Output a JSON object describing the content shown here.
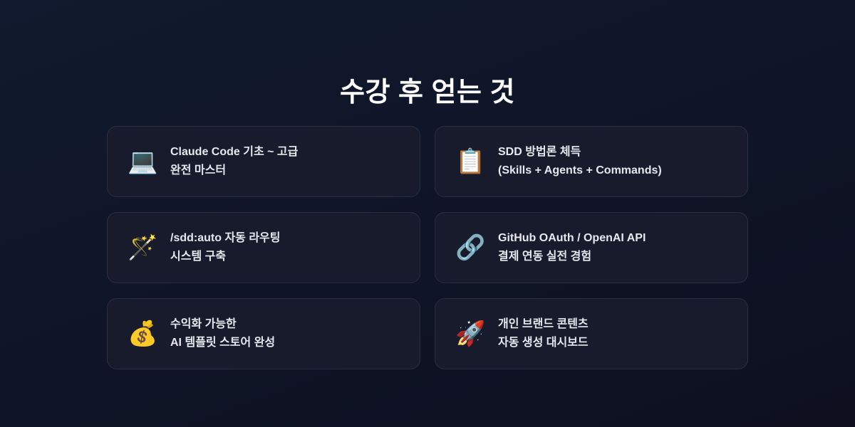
{
  "page": {
    "title": "수강 후 얻는 것"
  },
  "colors": {
    "background_top": "#111a2e",
    "background_bottom": "#0e1020",
    "card_bg": "#181b2c",
    "card_border": "#2a2e41",
    "title_text": "#ffffff",
    "card_text": "#e6e8ee"
  },
  "cards": [
    {
      "icon": "laptop-icon",
      "emoji": "💻",
      "line1": "Claude Code 기초 ~ 고급",
      "line2": "완전 마스터"
    },
    {
      "icon": "clipboard-icon",
      "emoji": "📋",
      "line1": "SDD 방법론 체득",
      "line2": "(Skills + Agents + Commands)"
    },
    {
      "icon": "magic-wand-icon",
      "emoji": "🪄",
      "line1": "/sdd:auto 자동 라우팅",
      "line2": "시스템 구축"
    },
    {
      "icon": "link-icon",
      "emoji": "🔗",
      "line1": "GitHub OAuth / OpenAI API",
      "line2": "결제 연동 실전 경험"
    },
    {
      "icon": "money-bag-icon",
      "emoji": "💰",
      "line1": "수익화 가능한",
      "line2": "AI 템플릿 스토어 완성"
    },
    {
      "icon": "rocket-icon",
      "emoji": "🚀",
      "line1": "개인 브랜드 콘텐츠",
      "line2": "자동 생성 대시보드"
    }
  ]
}
